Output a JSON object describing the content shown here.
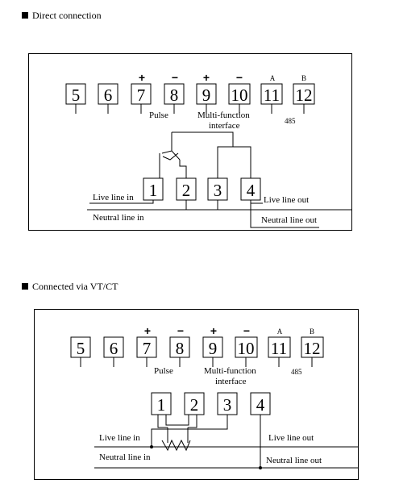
{
  "section1": {
    "title": "Direct connection",
    "terminals": [
      "5",
      "6",
      "7",
      "8",
      "9",
      "10",
      "11",
      "12"
    ],
    "polarity": [
      "+",
      "−",
      "+",
      "−",
      "A",
      "B"
    ],
    "pulse_label": "Pulse",
    "mf_label_line1": "Multi-function",
    "mf_label_line2": "interface",
    "rs485_label": "485",
    "power_terminals": [
      "1",
      "2",
      "3",
      "4"
    ],
    "live_in": "Live line in",
    "live_out": "Live line out",
    "neutral_in": "Neutral line in",
    "neutral_out": "Neutral line out"
  },
  "section2": {
    "title": "Connected via VT/CT",
    "terminals": [
      "5",
      "6",
      "7",
      "8",
      "9",
      "10",
      "11",
      "12"
    ],
    "polarity": [
      "+",
      "−",
      "+",
      "−",
      "A",
      "B"
    ],
    "pulse_label": "Pulse",
    "mf_label_line1": "Multi-function",
    "mf_label_line2": "interface",
    "rs485_label": "485",
    "power_terminals": [
      "1",
      "2",
      "3",
      "4"
    ],
    "live_in": "Live line in",
    "live_out": "Live line out",
    "neutral_in": "Neutral line in",
    "neutral_out": "Neutral line out"
  }
}
